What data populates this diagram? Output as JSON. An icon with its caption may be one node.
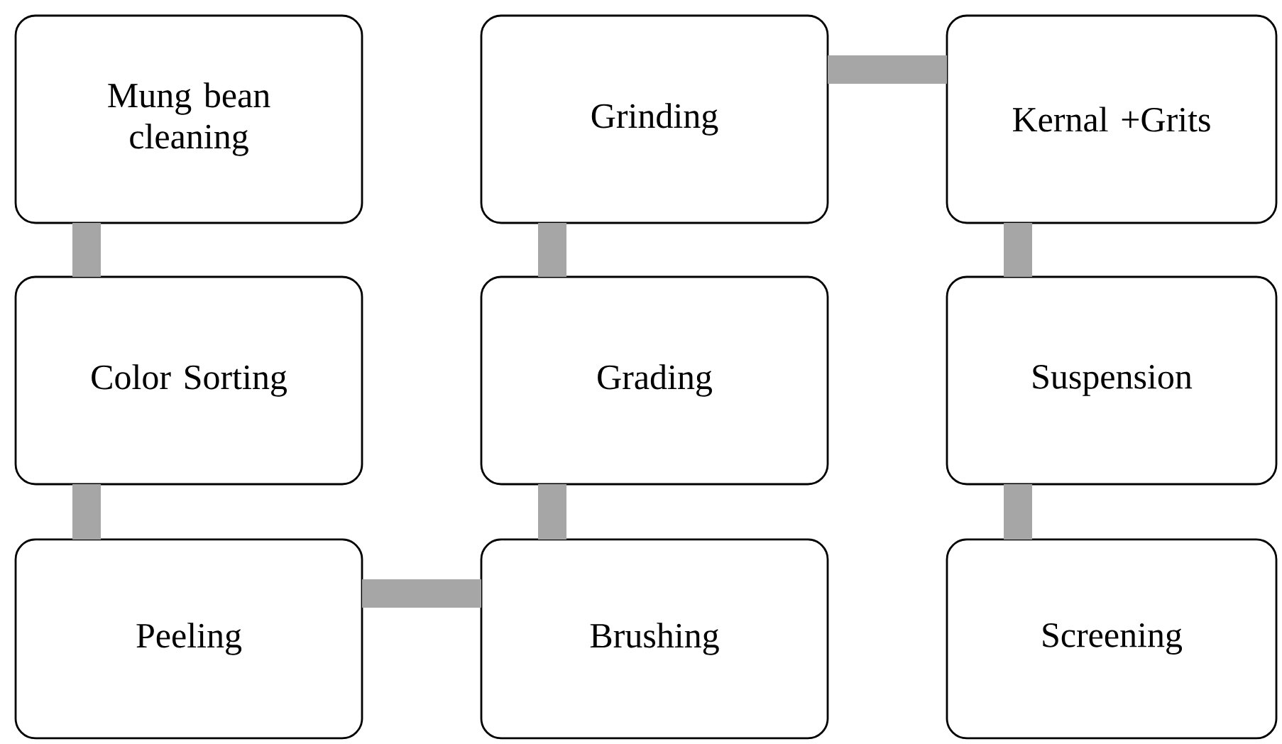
{
  "diagram": {
    "nodes": [
      {
        "text": [
          "Mung bean cleaning"
        ]
      },
      {
        "text": [
          "Color Sorting"
        ]
      },
      {
        "text": [
          "Peeling"
        ]
      },
      {
        "text": [
          "Brushing"
        ]
      },
      {
        "text": [
          "Grading"
        ]
      },
      {
        "text": [
          "Grinding"
        ]
      },
      {
        "text": [
          "Kernal +Grits"
        ]
      },
      {
        "text": [
          "Suspension"
        ]
      },
      {
        "text": [
          "Screening"
        ]
      }
    ],
    "edges": [
      {
        "from": 0,
        "to": 1,
        "arrow": "none"
      },
      {
        "from": 1,
        "to": 2,
        "arrow": "none"
      },
      {
        "from": 2,
        "to": 3,
        "arrow": "none"
      },
      {
        "from": 3,
        "to": 4,
        "arrow": "none"
      },
      {
        "from": 4,
        "to": 5,
        "arrow": "none"
      },
      {
        "from": 5,
        "to": 6,
        "arrow": "none"
      },
      {
        "from": 6,
        "to": 7,
        "arrow": "none"
      },
      {
        "from": 7,
        "to": 8,
        "arrow": "none"
      }
    ]
  }
}
